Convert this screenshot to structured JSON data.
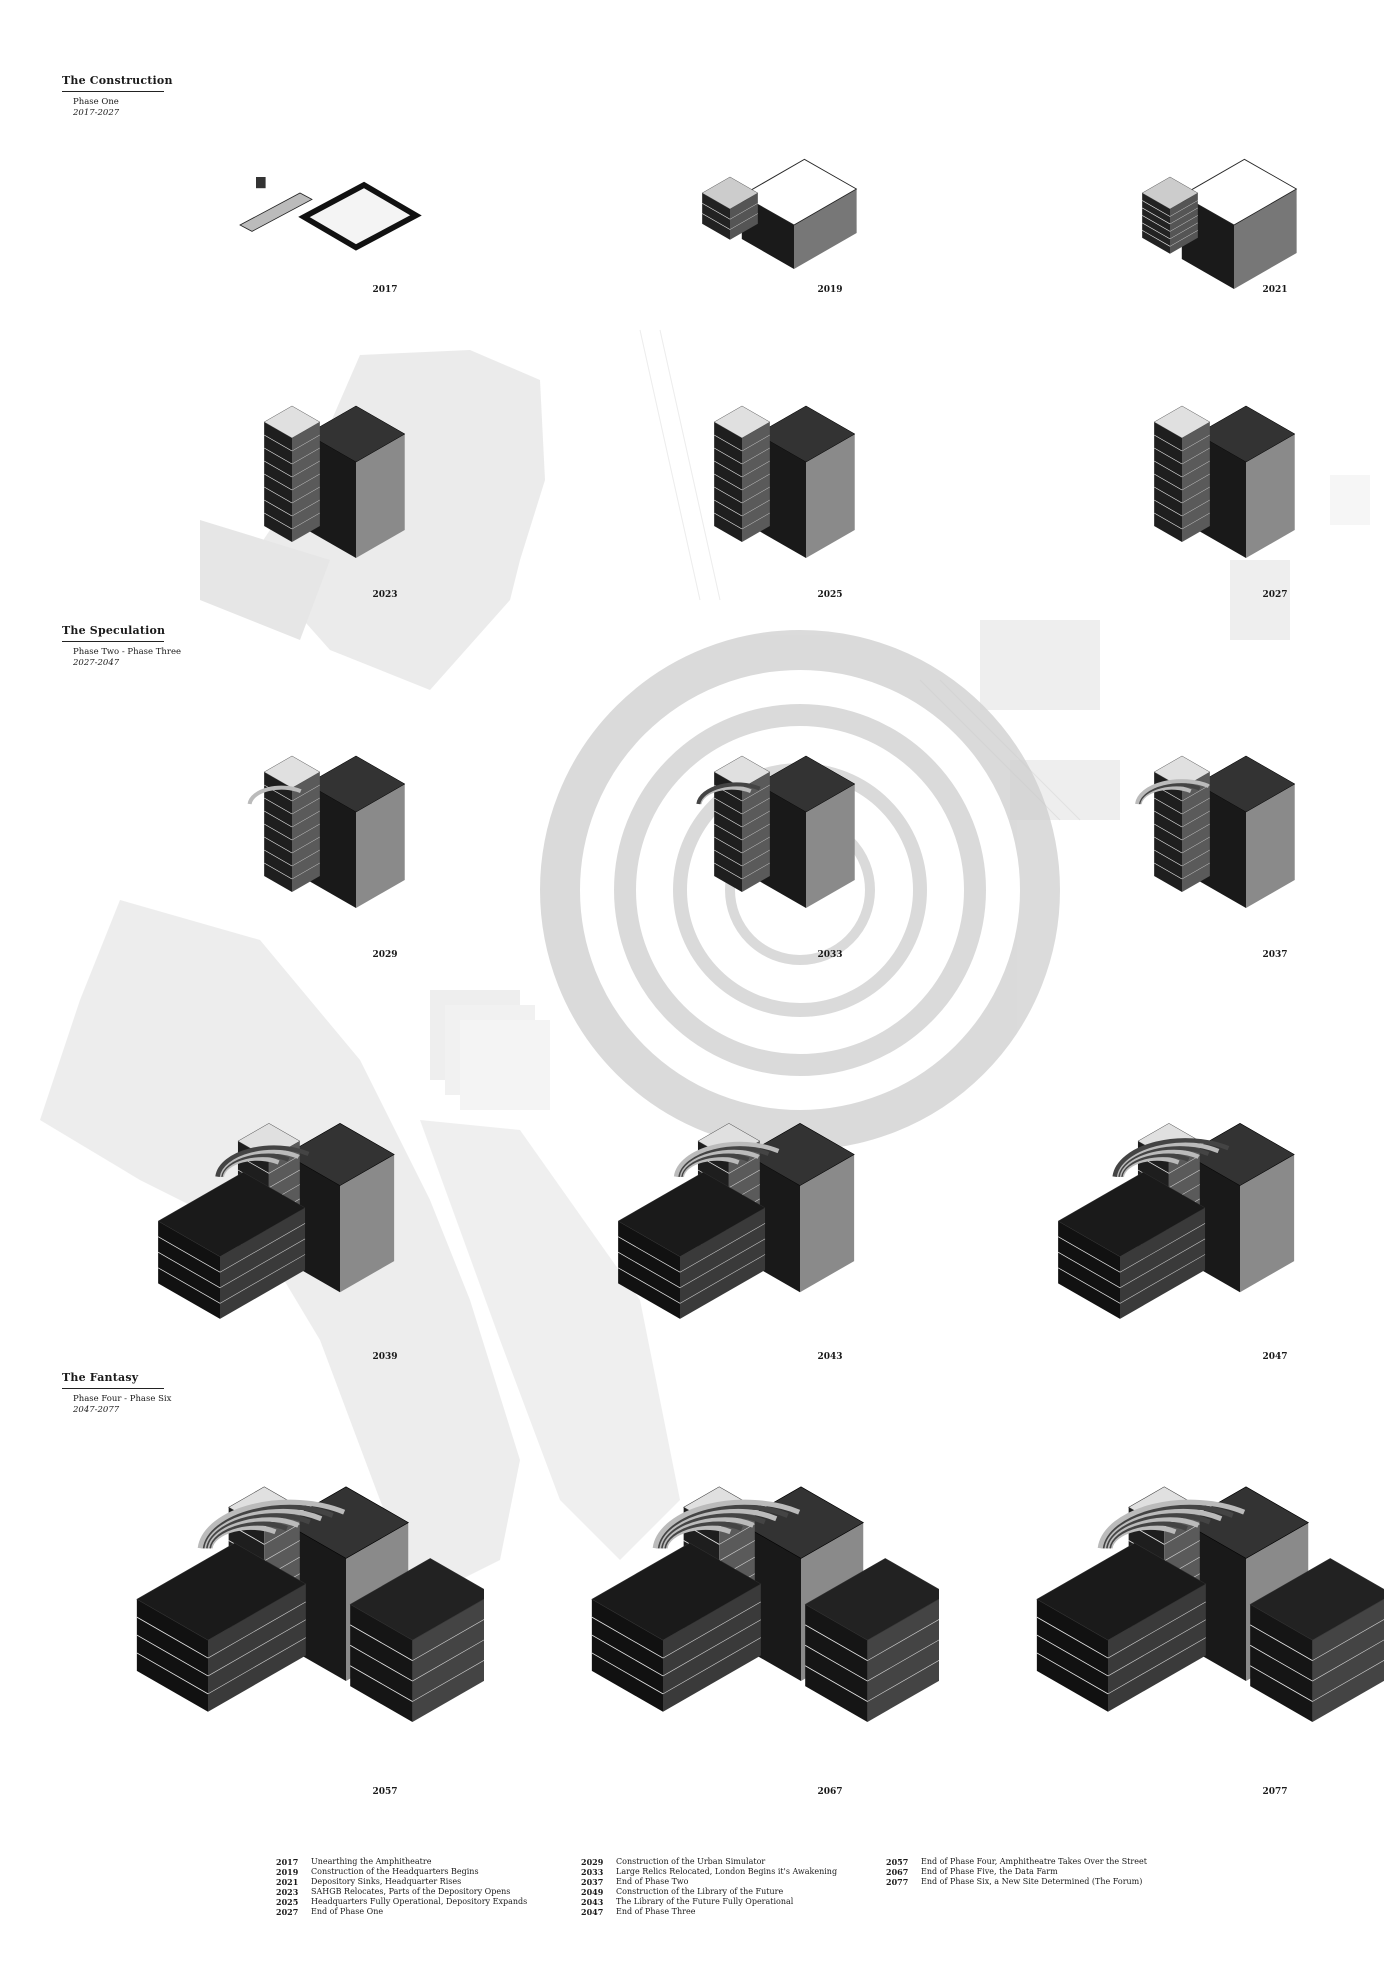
{
  "phases": [
    {
      "title": "The Construction",
      "subtitle": "Phase One",
      "years": "2017-2027"
    },
    {
      "title": "The Speculation",
      "subtitle": "Phase Two  -  Phase Three",
      "years": "2027-2047"
    },
    {
      "title": "The Fantasy",
      "subtitle": "Phase Four  -  Phase Six",
      "years": "2047-2077"
    }
  ],
  "models": [
    {
      "year": "2017",
      "stage": 0
    },
    {
      "year": "2019",
      "stage": 1
    },
    {
      "year": "2021",
      "stage": 2
    },
    {
      "year": "2023",
      "stage": 3
    },
    {
      "year": "2025",
      "stage": 3
    },
    {
      "year": "2027",
      "stage": 3
    },
    {
      "year": "2029",
      "stage": 4
    },
    {
      "year": "2033",
      "stage": 5
    },
    {
      "year": "2037",
      "stage": 6
    },
    {
      "year": "2039",
      "stage": 7
    },
    {
      "year": "2043",
      "stage": 8
    },
    {
      "year": "2047",
      "stage": 9
    },
    {
      "year": "2057",
      "stage": 10
    },
    {
      "year": "2067",
      "stage": 11
    },
    {
      "year": "2077",
      "stage": 12
    }
  ],
  "timeline": [
    [
      {
        "year": "2017",
        "text": "Unearthing the Amphitheatre"
      },
      {
        "year": "2019",
        "text": "Construction of the Headquarters Begins"
      },
      {
        "year": "2021",
        "text": "Depository Sinks, Headquarter Rises"
      },
      {
        "year": "2023",
        "text": "SAHGB Relocates, Parts of the Depository Opens"
      },
      {
        "year": "2025",
        "text": "Headquarters Fully Operational, Depository Expands"
      },
      {
        "year": "2027",
        "text": "End of Phase One"
      }
    ],
    [
      {
        "year": "2029",
        "text": "Construction of the Urban Simulator"
      },
      {
        "year": "2033",
        "text": "Large Relics Relocated, London Begins it's Awakening"
      },
      {
        "year": "2037",
        "text": "End of Phase Two"
      },
      {
        "year": "2049",
        "text": "Construction of the Library of the Future"
      },
      {
        "year": "2043",
        "text": "The Library of the Future Fully Operational"
      },
      {
        "year": "2047",
        "text": "End of Phase Three"
      }
    ],
    [
      {
        "year": "2057",
        "text": "End of Phase Four, Amphitheatre Takes Over the Street"
      },
      {
        "year": "2067",
        "text": "End of Phase Five, the Data Farm"
      },
      {
        "year": "2077",
        "text": "End of Phase Six, a New Site Determined (The Forum)"
      }
    ]
  ]
}
